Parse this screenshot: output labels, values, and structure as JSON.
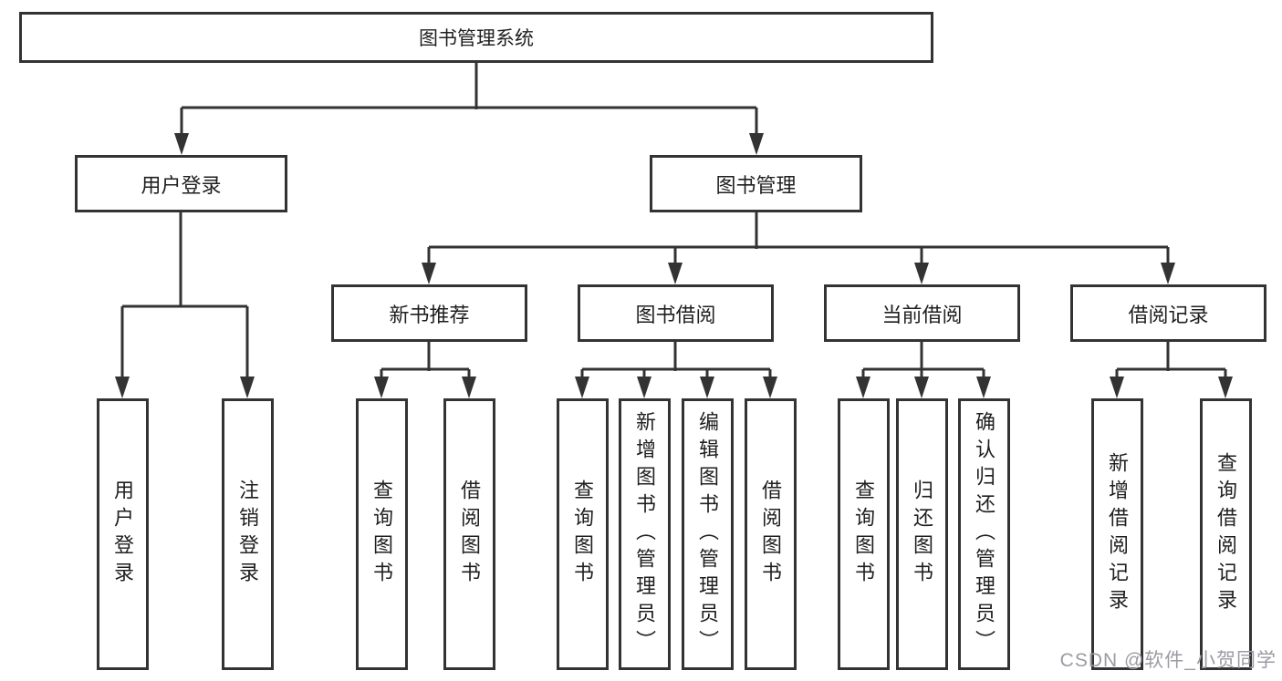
{
  "tree": {
    "root": {
      "label": "图书管理系统",
      "children": [
        {
          "label": "用户登录",
          "children": [
            {
              "label": "用户登录"
            },
            {
              "label": "注销登录"
            }
          ]
        },
        {
          "label": "图书管理",
          "children": [
            {
              "label": "新书推荐",
              "children": [
                {
                  "label": "查询图书"
                },
                {
                  "label": "借阅图书"
                }
              ]
            },
            {
              "label": "图书借阅",
              "children": [
                {
                  "label": "查询图书"
                },
                {
                  "label": "新增图书（管理员）"
                },
                {
                  "label": "编辑图书（管理员）"
                },
                {
                  "label": "借阅图书"
                }
              ]
            },
            {
              "label": "当前借阅",
              "children": [
                {
                  "label": "查询图书"
                },
                {
                  "label": "归还图书"
                },
                {
                  "label": "确认归还（管理员）"
                }
              ]
            },
            {
              "label": "借阅记录",
              "children": [
                {
                  "label": "新增借阅记录"
                },
                {
                  "label": "查询借阅记录"
                }
              ]
            }
          ]
        }
      ]
    }
  },
  "watermark": {
    "text": "CSDN @软件_小贺同学"
  },
  "colors": {
    "line": "#333333",
    "box_border": "#333333",
    "text": "#1f1f1f",
    "watermark": "#9b9ba3",
    "background": "#ffffff"
  }
}
